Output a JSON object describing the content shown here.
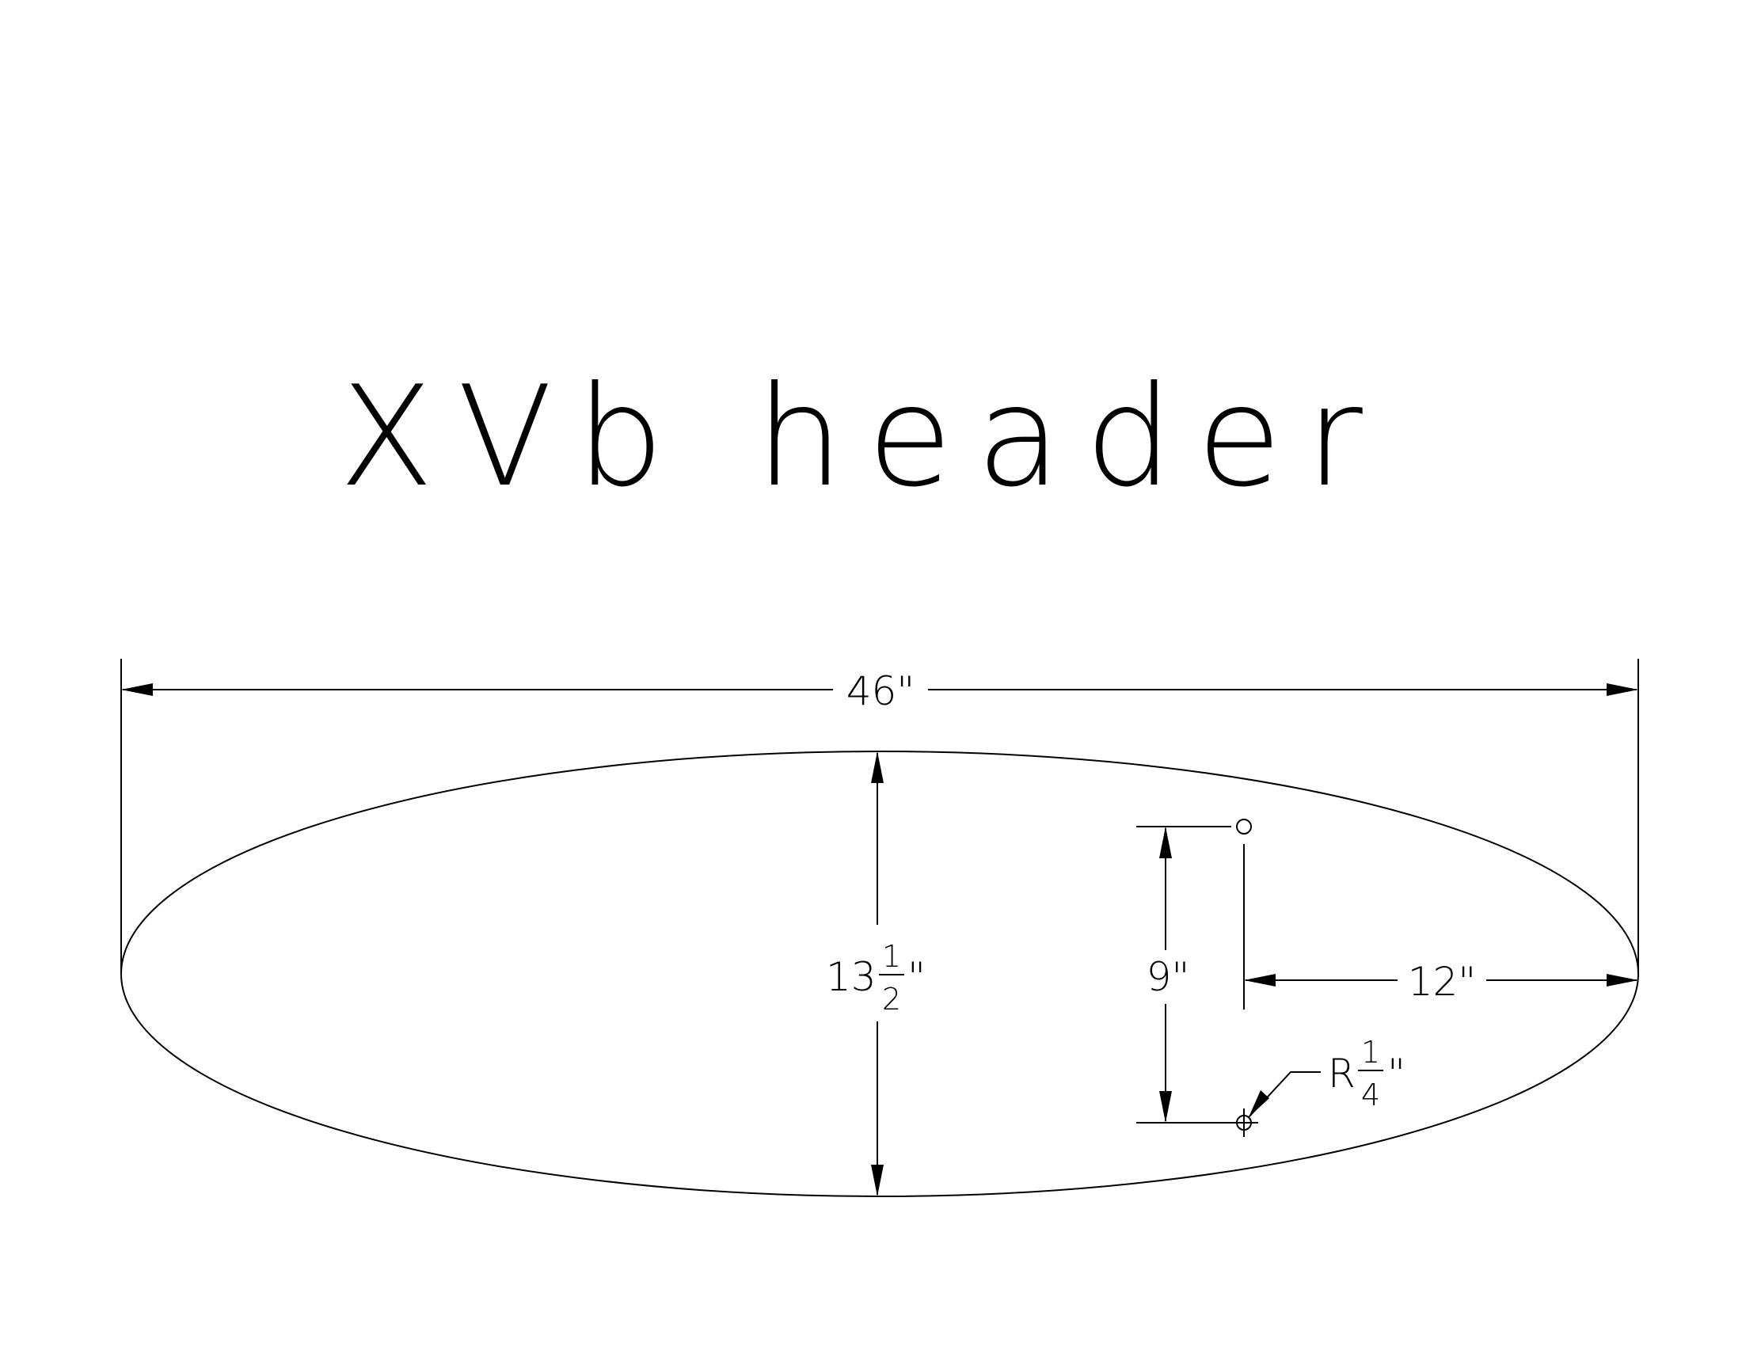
{
  "title": "XVb header",
  "dimensions": {
    "overall_width": "46\"",
    "overall_height": {
      "whole": "13",
      "num": "1",
      "den": "2",
      "unit": "\""
    },
    "hole_spacing": "9\"",
    "hole_offset": "12\"",
    "hole_radius": {
      "prefix": "R",
      "num": "1",
      "den": "4",
      "unit": "\""
    }
  }
}
